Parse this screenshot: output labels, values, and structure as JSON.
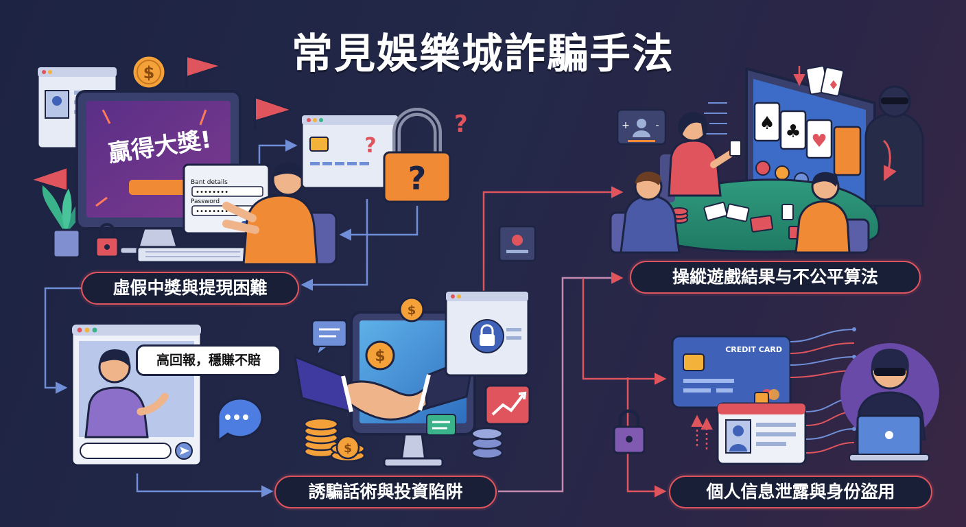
{
  "title": "常見娛樂城詐騙手法",
  "labels": {
    "fake_prize": "虛假中獎與提現困難",
    "manipulation": "操縱遊戲結果与不公平算法",
    "persuasion": "誘騙話術與投資陷阱",
    "data_leak": "個人信息泄露與身份盜用"
  },
  "monitor_banner": "贏得大獎!",
  "login_form": {
    "bank_label": "Bant details",
    "bank_value": "••••••••",
    "password_label": "Password",
    "password_value": "•••••••••"
  },
  "chat_bubble": "高回報，穩賺不賠",
  "credit_card_label": "CREDIT CARD",
  "icons": [
    "dollar-coin-icon",
    "red-flag-icon",
    "padlock-icon",
    "question-mark-icon",
    "chat-dots-icon",
    "send-icon",
    "handshake-icon",
    "trend-arrow-icon",
    "hacker-icon",
    "playing-card-icon",
    "casino-chip-icon",
    "laptop-icon"
  ],
  "colors": {
    "accent_red": "#e0555d",
    "connector_blue": "#6f8fd8",
    "panel_blue": "#3f62b8",
    "orange": "#f08a35",
    "background": "#1f2444"
  }
}
